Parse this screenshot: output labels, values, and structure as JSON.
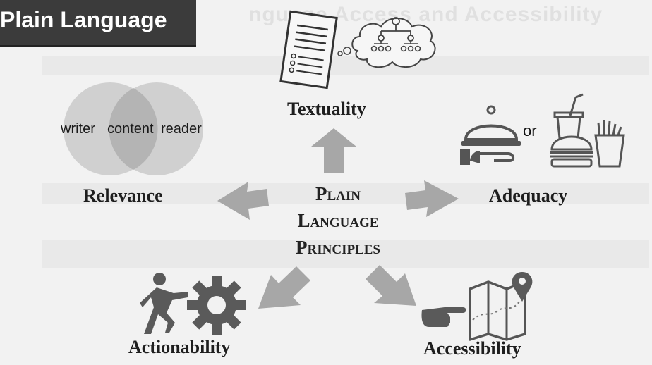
{
  "header": {
    "title": "Plain Language"
  },
  "center": {
    "lines": [
      "Plain",
      "Language",
      "Principles"
    ]
  },
  "principles": {
    "textuality": "Textuality",
    "relevance": "Relevance",
    "adequacy": "Adequacy",
    "actionability": "Actionability",
    "accessibility": "Accessibility"
  },
  "venn": {
    "left": "writer",
    "middle": "content",
    "right": "reader"
  },
  "adequacy_icon": {
    "connector": "or"
  },
  "colors": {
    "arrow": "#a7a7a7",
    "venn_circle": "#c9c9c9",
    "venn_overlap": "#b6b6b6",
    "icon_dark": "#5a5a5a",
    "banner": "#3b3b3b"
  },
  "icons": [
    "document-icon",
    "thought-cloud-icon",
    "hierarchy-icon",
    "cloche-icon",
    "drink-icon",
    "burger-icon",
    "fries-icon",
    "gear-icon",
    "pushing-person-icon",
    "pointing-hand-icon",
    "map-icon",
    "location-pin-icon"
  ]
}
